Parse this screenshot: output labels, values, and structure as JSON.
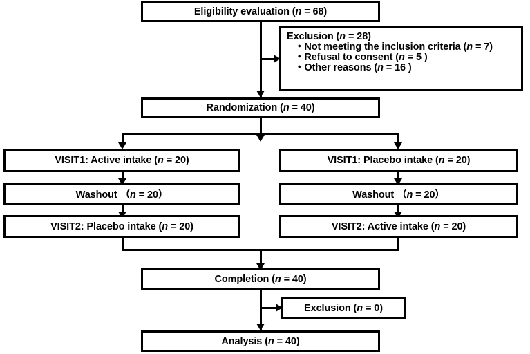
{
  "figure": {
    "type": "flowchart",
    "title": "CONSORT participant flow diagram (crossover trial)",
    "colors": {
      "stroke": "#000000",
      "fill": "#ffffff",
      "text": "#000000"
    }
  },
  "nodes": {
    "eligibility": {
      "label": "Eligibility evaluation (n = 68)",
      "text_plain": "Eligibility evaluation",
      "n": 68
    },
    "exclusion_screening": {
      "header": "Exclusion (n = 28)",
      "n": 28,
      "reasons": [
        "・Not meeting the inclusion criteria (n = 7)",
        "・Refusal to consent (n = 5 )",
        "・Other reasons (n = 16 )"
      ],
      "reason_counts": [
        7,
        5,
        16
      ]
    },
    "randomization": {
      "label": "Randomization (n = 40)",
      "n": 40
    },
    "left_visit1": {
      "label": "VISIT1: Active intake (n = 20)",
      "n": 20
    },
    "left_washout": {
      "label": "Washout （n = 20）",
      "n": 20
    },
    "left_visit2": {
      "label": "VISIT2: Placebo intake (n = 20)",
      "n": 20
    },
    "right_visit1": {
      "label": "VISIT1: Placebo intake (n = 20)",
      "n": 20
    },
    "right_washout": {
      "label": "Washout （n = 20）",
      "n": 20
    },
    "right_visit2": {
      "label": "VISIT2: Active intake (n = 20)",
      "n": 20
    },
    "completion": {
      "label": "Completion (n = 40)",
      "n": 40
    },
    "exclusion_analysis": {
      "label": "Exclusion (n = 0)",
      "n": 0
    },
    "analysis": {
      "label": "Analysis (n = 40)",
      "n": 40
    }
  }
}
